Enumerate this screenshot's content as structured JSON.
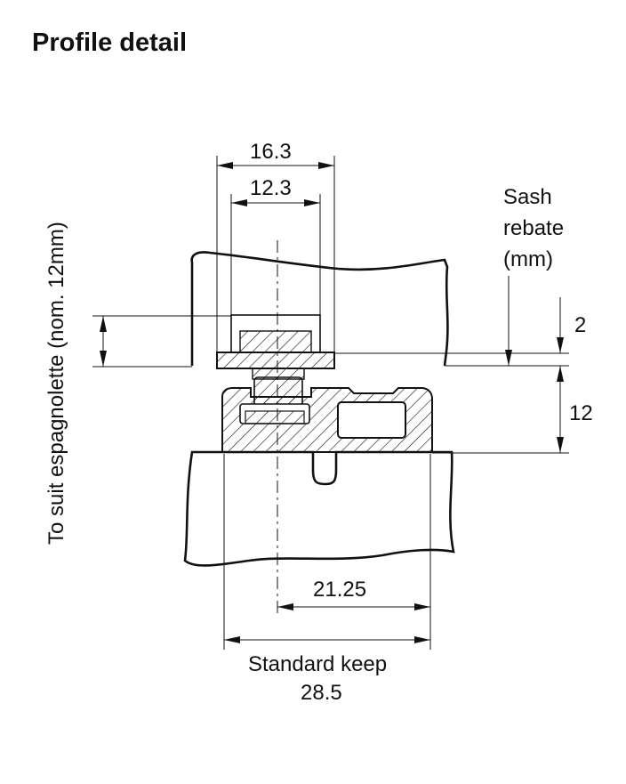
{
  "title": "Profile detail",
  "dimensions": {
    "overall_width_top": "16.3",
    "inner_width_top": "12.3",
    "sash_rebate_label_line1": "Sash",
    "sash_rebate_label_line2": "rebate",
    "sash_rebate_label_line3": "(mm)",
    "rebate_upper": "2",
    "rebate_lower": "12",
    "offset_width": "21.25",
    "keep_label": "Standard keep",
    "keep_width": "28.5",
    "espagnolette_label": "To suit espagnolette (nom. 12mm)"
  },
  "colors": {
    "ink": "#111111",
    "background": "#ffffff"
  }
}
